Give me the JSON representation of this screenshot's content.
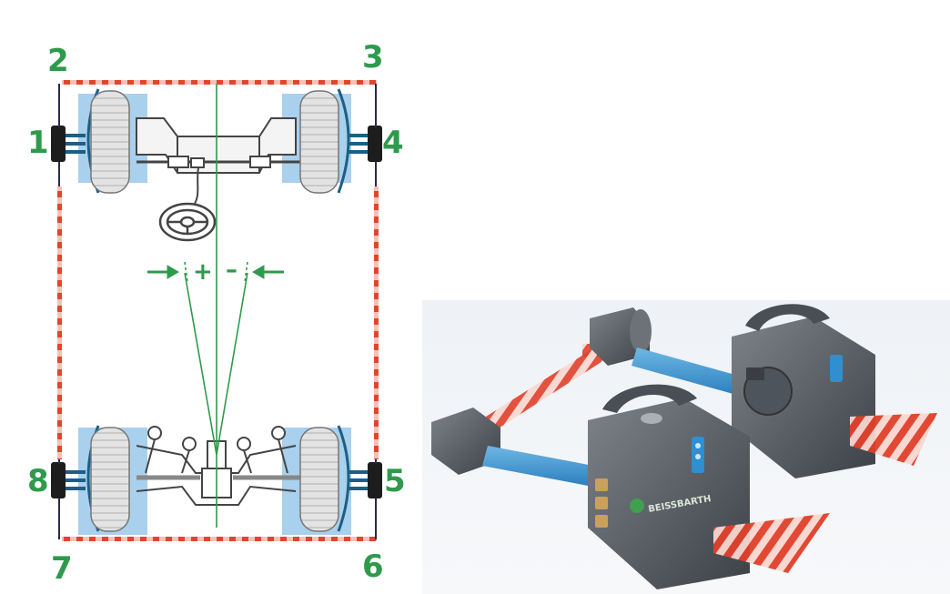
{
  "colors": {
    "label_green": "#2f9a4c",
    "beam_red": "#e0402a",
    "pad_blue": "#a9d0ec",
    "tyre_grey": "#d6d6d6",
    "arm_blue": "#2f8fd0",
    "head_grey": "#5d6268"
  },
  "diagram": {
    "points": [
      "1",
      "2",
      "3",
      "4",
      "5",
      "6",
      "7",
      "8"
    ],
    "signs": {
      "plus": "+",
      "minus": "–"
    },
    "icons": [
      "steering-wheel-icon",
      "arrow-right-icon",
      "arrow-left-icon"
    ]
  },
  "photo": {
    "brand": "BEISSBARTH"
  }
}
